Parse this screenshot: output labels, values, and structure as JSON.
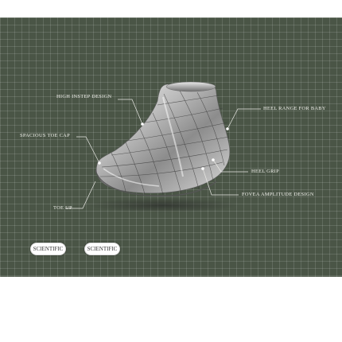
{
  "annotations": {
    "high_instep": "HIGH INSTEP DESIGN",
    "heel_range": "HEEL RANGE FOR BABY",
    "toe_cap": "SPACIOUS TOE CAP",
    "heel_grip": "HEEL GRIP",
    "fovea": "FOVEA AMPLITUDE DESIGN",
    "toe_up": "TOE UP"
  },
  "badges": [
    "SCIENTIFIC",
    "SCIENTIFIC"
  ],
  "colors": {
    "panel": "#4a5546",
    "text": "#f1f1ec",
    "leader": "#e8e8e4"
  }
}
